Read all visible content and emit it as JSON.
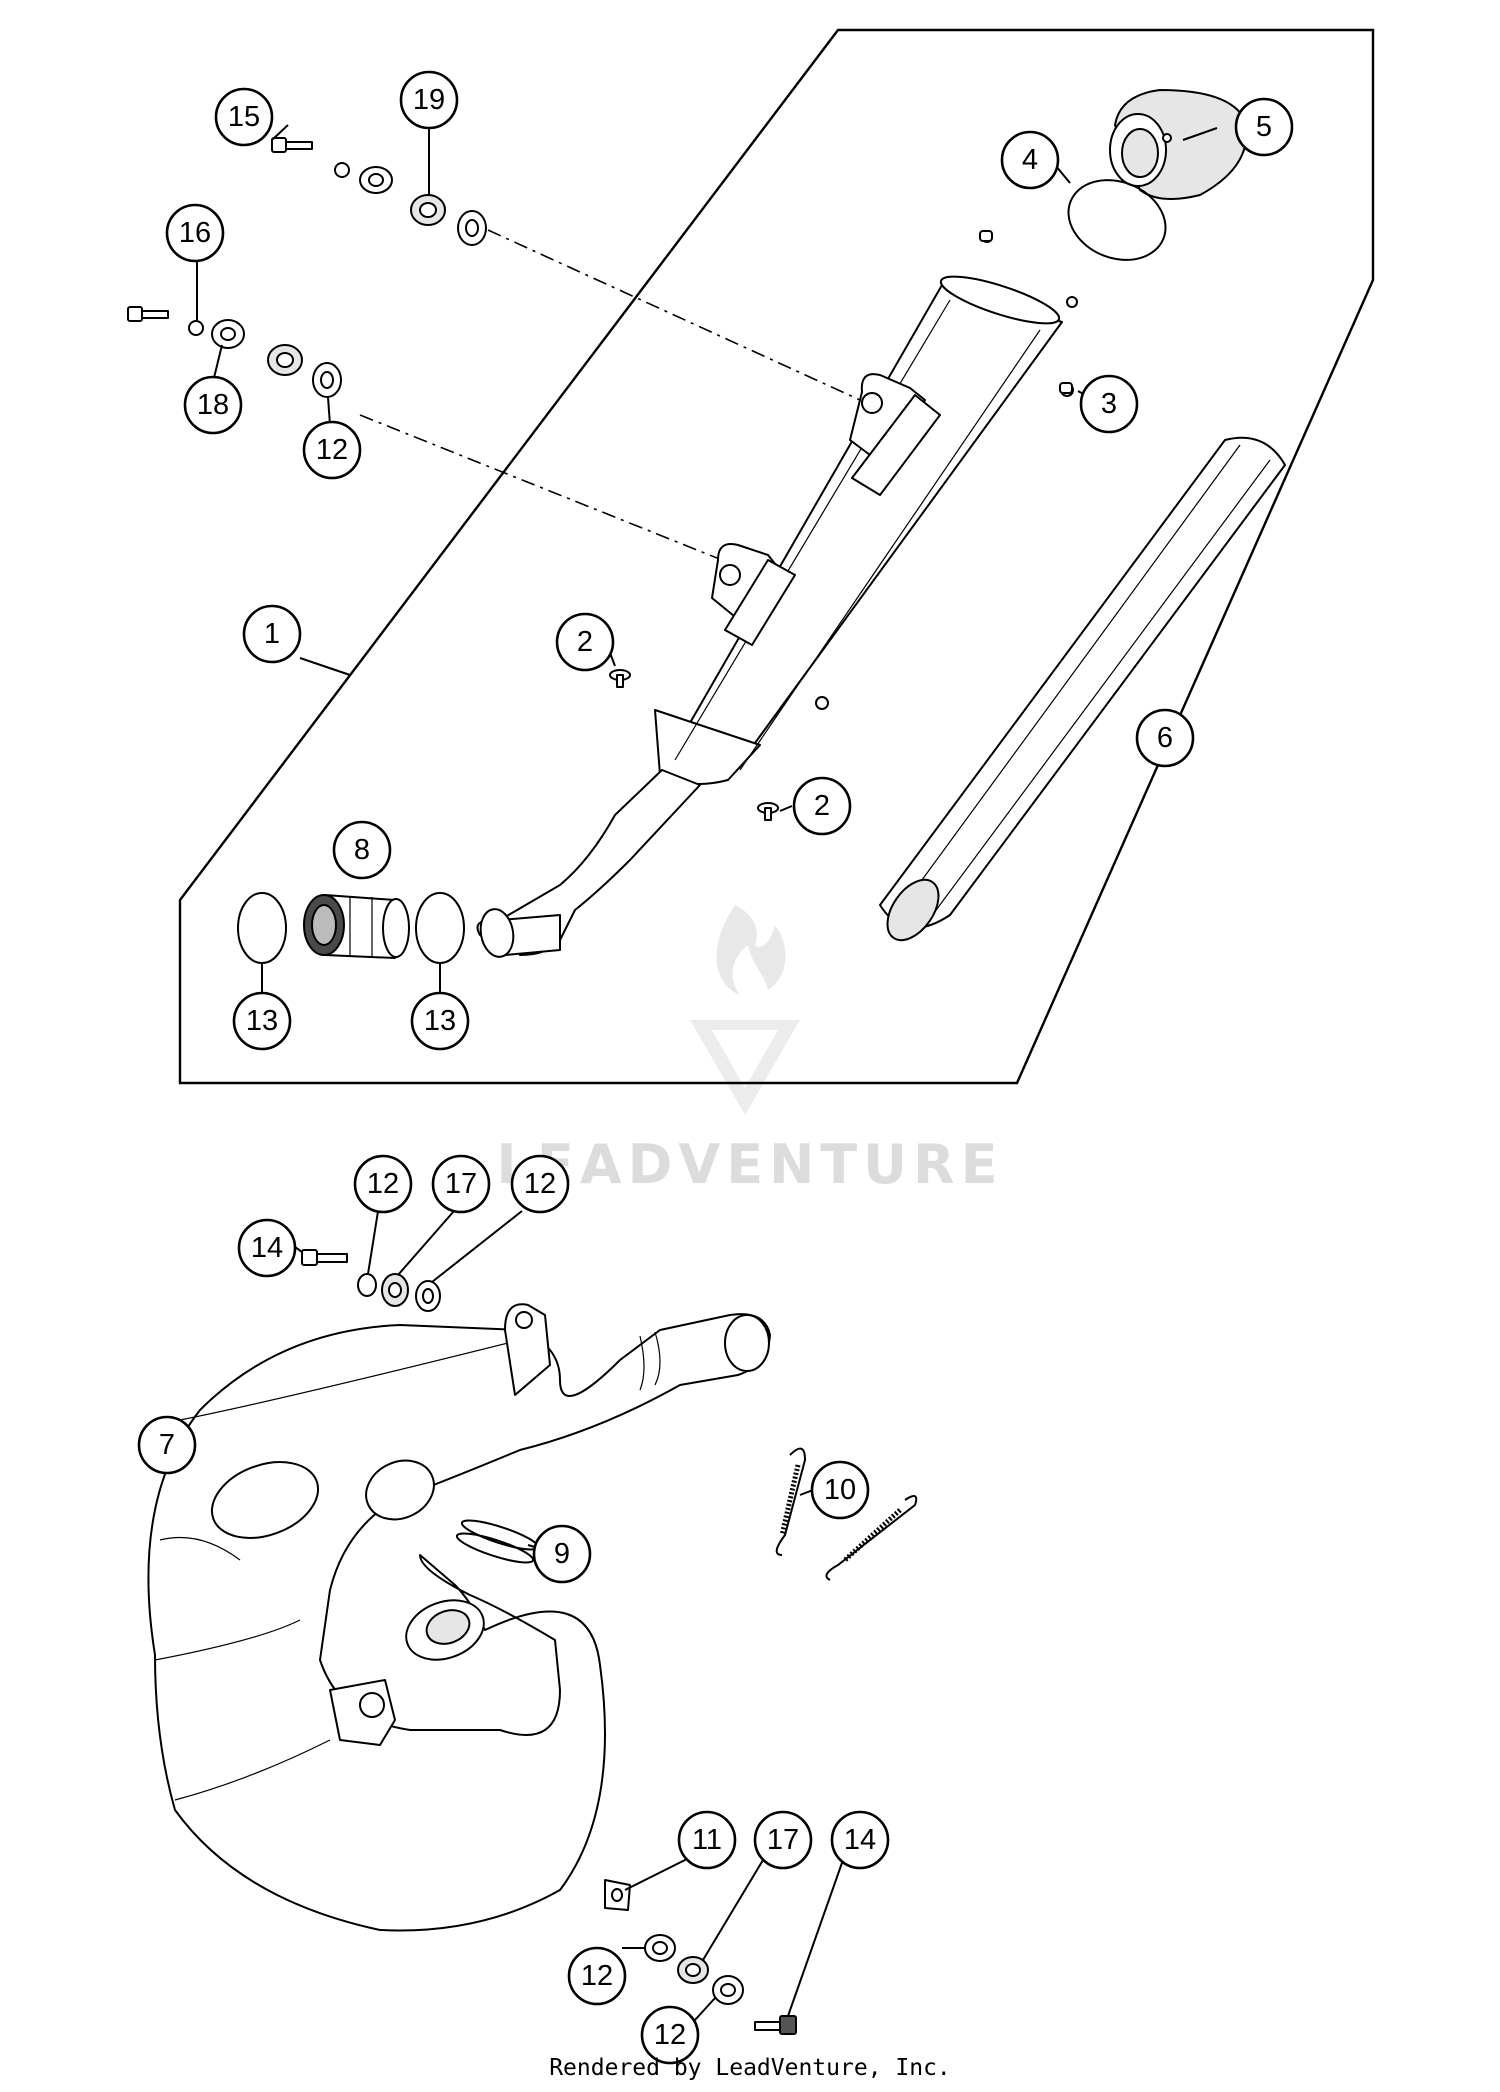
{
  "diagram": {
    "callouts": {
      "c1": "1",
      "c2a": "2",
      "c2b": "2",
      "c3": "3",
      "c4": "4",
      "c5": "5",
      "c6": "6",
      "c7": "7",
      "c8": "8",
      "c9": "9",
      "c10": "10",
      "c11": "11",
      "c12a": "12",
      "c12b": "12",
      "c12c": "12",
      "c12d": "12",
      "c12e": "12",
      "c13a": "13",
      "c13b": "13",
      "c14a": "14",
      "c14b": "14",
      "c15": "15",
      "c16": "16",
      "c17a": "17",
      "c17b": "17",
      "c18": "18",
      "c19": "19"
    },
    "watermark": "LEADVENTURE",
    "footer": "Rendered by LeadVenture, Inc."
  }
}
